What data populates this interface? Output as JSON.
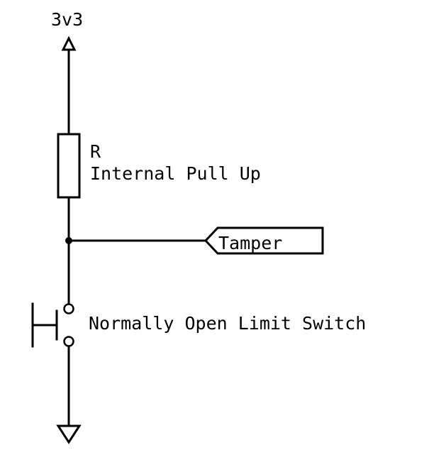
{
  "schematic": {
    "supply_label": "3v3",
    "resistor_ref": "R",
    "resistor_desc": "Internal Pull Up",
    "net_label": "Tamper",
    "switch_desc": "Normally Open Limit Switch"
  },
  "colors": {
    "ink": "#000000",
    "background": "#ffffff"
  },
  "icons": [
    "power-supply-arrow-icon",
    "resistor-icon",
    "junction-dot-icon",
    "net-flag-icon",
    "pushbutton-switch-icon",
    "ground-symbol-icon"
  ]
}
